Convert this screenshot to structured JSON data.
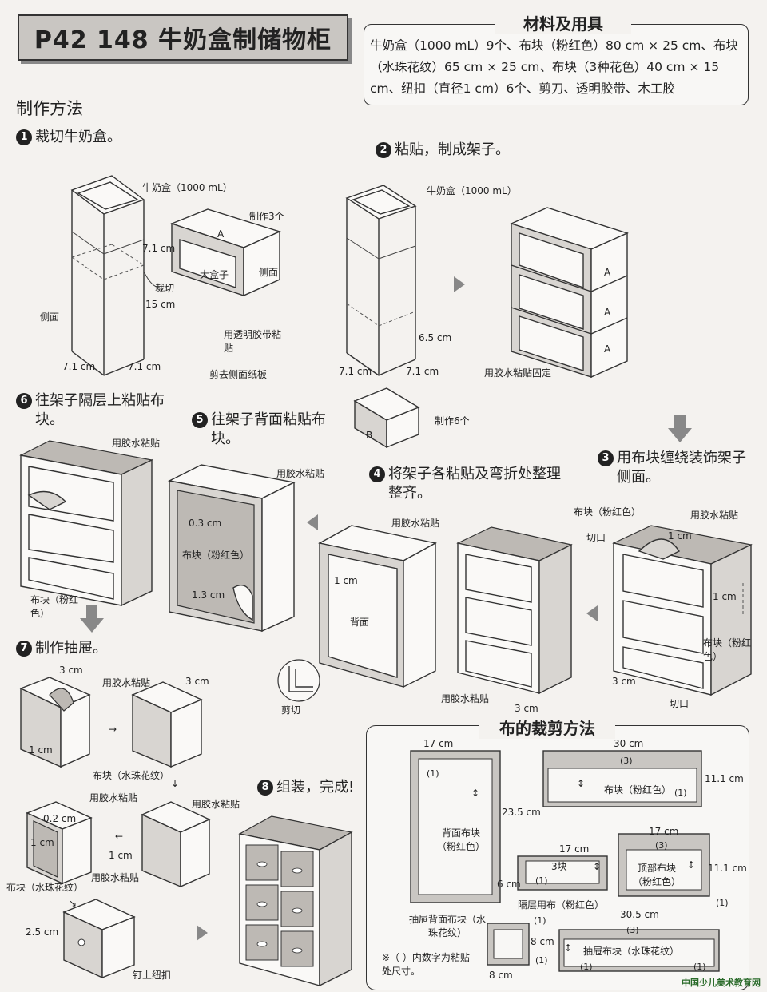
{
  "header": {
    "title": "P42 148 牛奶盒制储物柜",
    "method_heading": "制作方法"
  },
  "materials": {
    "title": "材料及用具",
    "text": "牛奶盒（1000 mL）9个、布块（粉红色）80 cm × 25 cm、布块（水珠花纹）65 cm × 25 cm、布块（3种花色）40 cm × 15 cm、纽扣（直径1 cm）6个、剪刀、透明胶带、木工胶"
  },
  "steps": {
    "s1": {
      "num": "1",
      "text": "裁切牛奶盒。"
    },
    "s2": {
      "num": "2",
      "text": "粘贴，制成架子。"
    },
    "s3": {
      "num": "3",
      "text": "用布块缠绕装饰架子侧面。"
    },
    "s4": {
      "num": "4",
      "text": "将架子各粘贴及弯折处整理整齐。"
    },
    "s5": {
      "num": "5",
      "text": "往架子背面粘贴布块。"
    },
    "s6": {
      "num": "6",
      "text": "往架子隔层上粘贴布块。"
    },
    "s7": {
      "num": "7",
      "text": "制作抽屉。"
    },
    "s8": {
      "num": "8",
      "text": "组装，完成!"
    }
  },
  "labels": {
    "carton": "牛奶盒（1000 mL）",
    "make3": "制作3个",
    "A": "A",
    "B": "B",
    "big_box": "大盒子",
    "side": "侧面",
    "side2": "侧面",
    "cut": "裁切",
    "tape": "用透明胶带粘贴",
    "cut_side": "剪去侧面纸板",
    "d71": "7.1 cm",
    "d15": "15 cm",
    "d65": "6.5 cm",
    "make6": "制作6个",
    "glue_fix": "用胶水粘贴固定",
    "glue": "用胶水粘贴",
    "cloth_pink": "布块（粉红色）",
    "cloth_pink2": "布块（粉红色）",
    "cloth_dot": "布块（水珠花纹）",
    "notch": "切口",
    "d1": "1 cm",
    "d3": "3 cm",
    "d03": "0.3 cm",
    "d13": "1.3 cm",
    "d02": "0.2 cm",
    "d25": "2.5 cm",
    "back": "背面",
    "scissors": "剪切",
    "button": "钉上纽扣"
  },
  "cutting": {
    "title": "布的裁剪方法",
    "back_cloth": "背面布块（粉红色）",
    "pink_cloth": "布块（粉红色）",
    "shelf_cloth": "隔层用布（粉红色）",
    "top_cloth": "顶部布块（粉红色）",
    "drawer_back": "抽屉背面布块（水珠花纹）",
    "drawer_cloth": "抽屉布块（水珠花纹）",
    "three": "3块",
    "note": "※（ ）内数字为粘贴处尺寸。",
    "d17": "17 cm",
    "d30": "30 cm",
    "d235": "23.5 cm",
    "d111": "11.1 cm",
    "d6": "6 cm",
    "d8": "8 cm",
    "d305": "30.5 cm",
    "p1": "(1)",
    "p3": "(3)"
  },
  "watermark": "中国少儿美术教育网"
}
